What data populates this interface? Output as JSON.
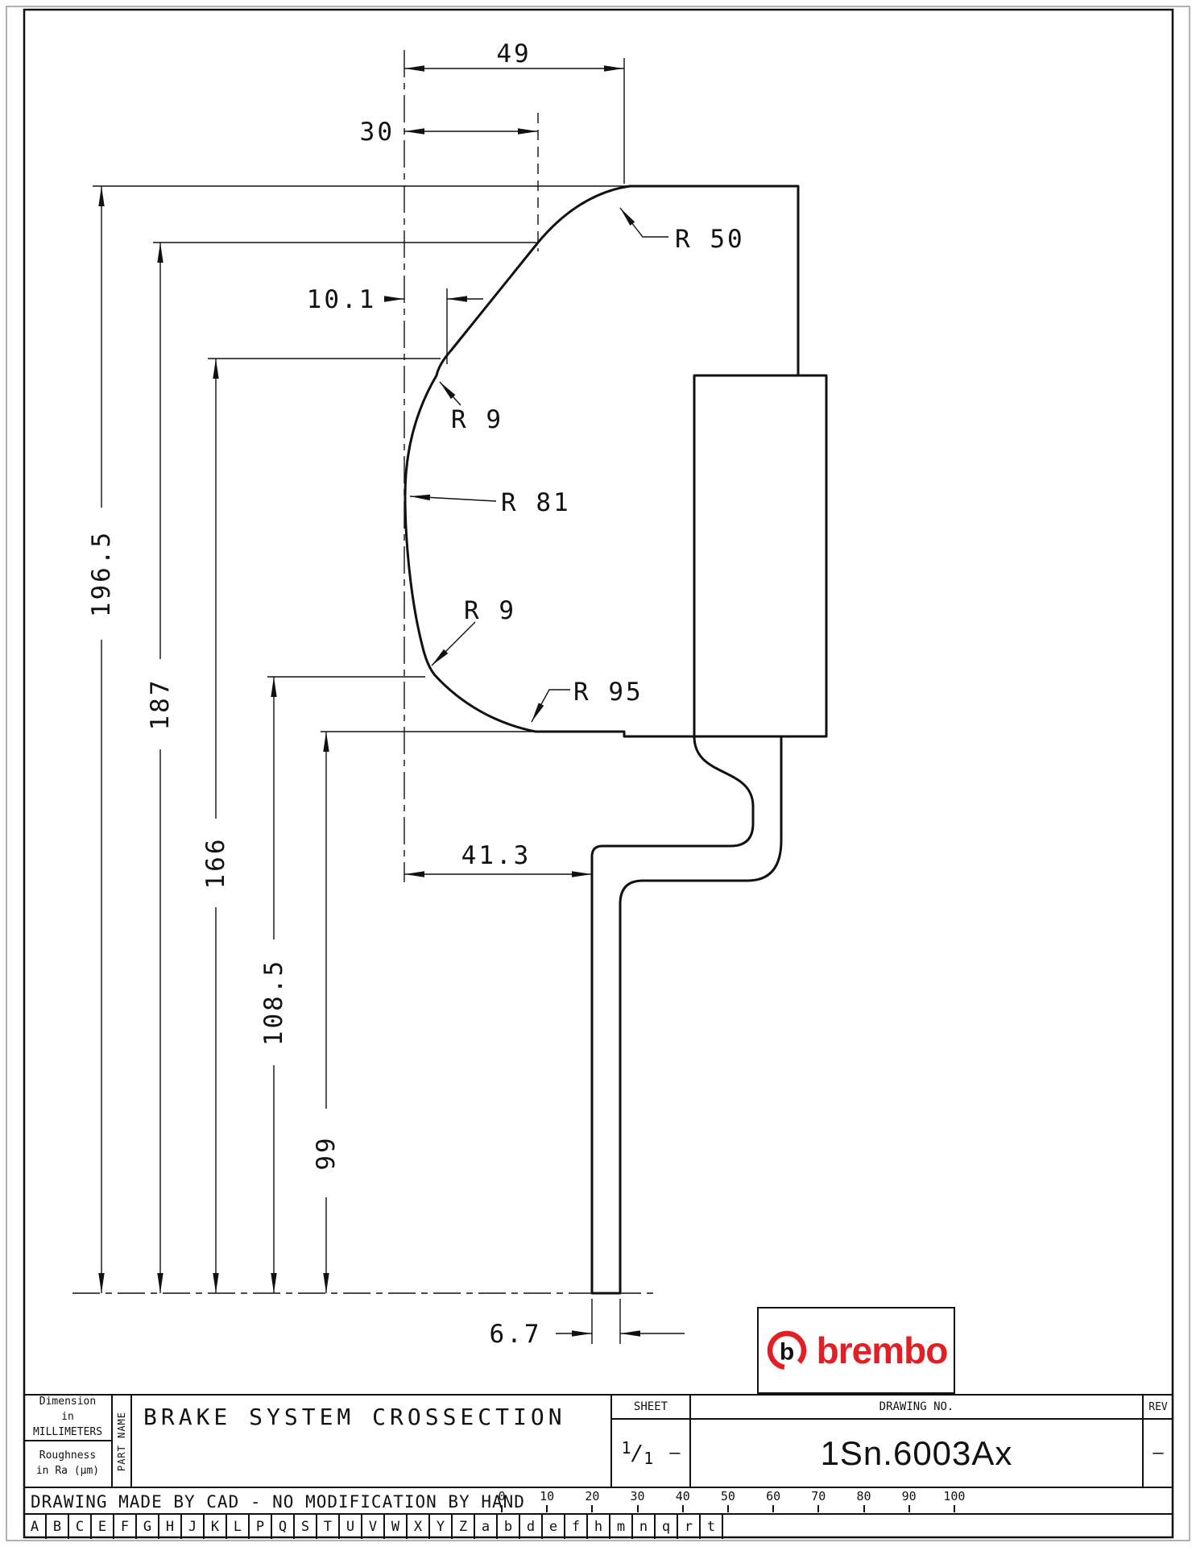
{
  "colors": {
    "line": "#111111",
    "brand_red": "#e31f26"
  },
  "dimensions": {
    "d49": "49",
    "d30": "30",
    "d10_1": "10.1",
    "d41_3": "41.3",
    "d6_7": "6.7",
    "d196_5": "196.5",
    "d187": "187",
    "d166": "166",
    "d108_5": "108.5",
    "d99": "99"
  },
  "radii": {
    "r50": "R 50",
    "r9_upper": "R 9",
    "r81": "R 81",
    "r9_lower": "R 9",
    "r95": "R 95"
  },
  "title_block": {
    "dim_note_1": "Dimension",
    "dim_note_2": "in MILLIMETERS",
    "rough_note_1": "Roughness",
    "rough_note_2": "in Ra (µm)",
    "part_name_label": "PART NAME",
    "title": "BRAKE SYSTEM CROSSECTION",
    "sheet_label": "SHEET",
    "sheet_num": "1",
    "sheet_sep": "/",
    "sheet_den": "1",
    "sheet_dash": "–",
    "drawing_no_label": "DRAWING NO.",
    "drawing_no": "1Sn.6003Ax",
    "rev_label": "REV",
    "rev_value": "–",
    "cad_note": "DRAWING MADE BY CAD - NO MODIFICATION BY HAND"
  },
  "ruler": {
    "marks": [
      "0",
      "10",
      "20",
      "30",
      "40",
      "50",
      "60",
      "70",
      "80",
      "90",
      "100"
    ]
  },
  "letters": [
    "A",
    "B",
    "C",
    "E",
    "F",
    "G",
    "H",
    "J",
    "K",
    "L",
    "P",
    "Q",
    "S",
    "T",
    "U",
    "V",
    "W",
    "X",
    "Y",
    "Z",
    "a",
    "b",
    "d",
    "e",
    "f",
    "h",
    "m",
    "n",
    "q",
    "r",
    "t"
  ],
  "brand": {
    "name": "brembo"
  }
}
